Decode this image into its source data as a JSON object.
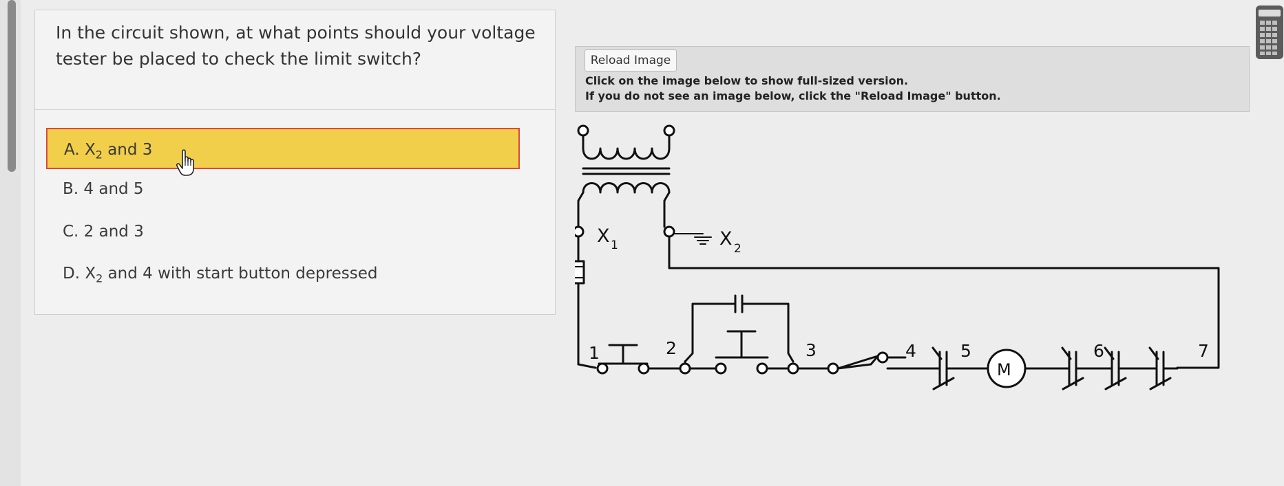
{
  "question": {
    "line1": "In the circuit shown, at what points should your voltage",
    "line2": "tester be placed to check the limit switch?"
  },
  "answers": [
    {
      "prefix": "A. X",
      "sub": "2",
      "suffix": " and 3",
      "selected": true
    },
    {
      "prefix": "B. 4 and 5",
      "sub": "",
      "suffix": "",
      "selected": false
    },
    {
      "prefix": "C. 2 and 3",
      "sub": "",
      "suffix": "",
      "selected": false
    },
    {
      "prefix": "D. X",
      "sub": "2",
      "suffix": " and 4 with start button depressed",
      "selected": false
    }
  ],
  "image_panel": {
    "reload_label": "Reload Image",
    "info_line1": "Click on the image below to show full-sized version.",
    "info_line2": "If you do not see an image below, click the \"Reload Image\" button."
  },
  "diagram_labels": {
    "x1": "X",
    "x1_sub": "1",
    "x2": "X",
    "x2_sub": "2",
    "n1": "1",
    "n2": "2",
    "n3": "3",
    "n4": "4",
    "n5": "5",
    "n6": "6",
    "n7": "7",
    "motor": "M"
  },
  "colors": {
    "selected_fill": "#f2cf4a",
    "selected_border": "#e2453c"
  },
  "icons": {
    "calculator": "calculator-icon",
    "cursor": "hand-pointer-icon"
  }
}
